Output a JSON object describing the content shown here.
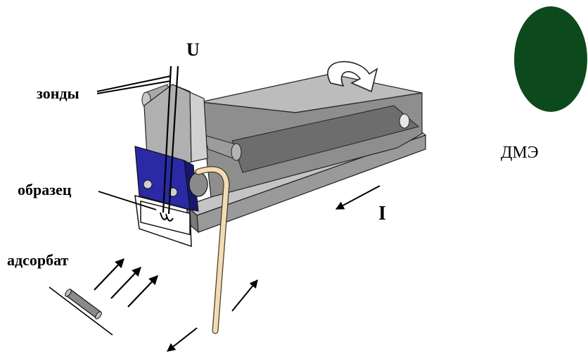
{
  "labels": {
    "voltage": "U",
    "probes": "зонды",
    "sample": "образец",
    "adsorbate": "адсорбат",
    "current": "I",
    "detector": "ДМЭ"
  },
  "colors": {
    "frame_light": "#b8b8b8",
    "frame_mid": "#8e8e8e",
    "frame_dark": "#5a5a5a",
    "clamp_plate": "#2a2aa6",
    "rod": "#f2dcb6",
    "detector_disk": "#0c4a1e"
  }
}
